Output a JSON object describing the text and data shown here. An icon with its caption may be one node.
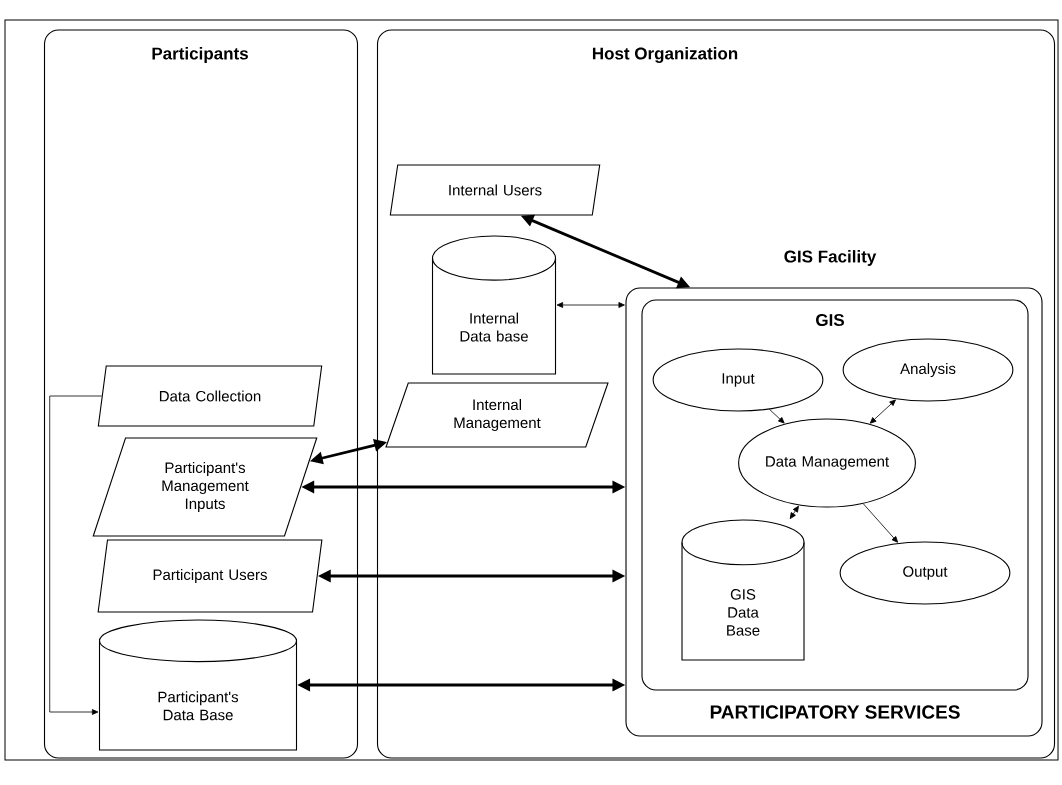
{
  "diagram": {
    "nodes": [
      {
        "text": [
          "Participants"
        ]
      },
      {
        "text": [
          "Data Collection"
        ],
        "in": 0
      },
      {
        "text": [
          "Participant's Management Inputs"
        ],
        "in": 0
      },
      {
        "text": [
          "Participant Users"
        ],
        "in": 0
      },
      {
        "text": [
          "Participant's Data Base"
        ],
        "in": 0
      },
      {
        "text": [
          "Host Organization"
        ]
      },
      {
        "text": [
          "Internal Users"
        ],
        "in": 5
      },
      {
        "text": [
          "Internal Data base"
        ],
        "in": 5
      },
      {
        "text": [
          "Internal Management"
        ],
        "in": 5
      },
      {
        "text": [
          "GIS Facility",
          "PARTICIPATORY SERVICES"
        ],
        "in": 5
      },
      {
        "text": [
          "GIS"
        ],
        "in": 9
      },
      {
        "text": [
          "Input"
        ],
        "in": 10
      },
      {
        "text": [
          "Analysis"
        ],
        "in": 10
      },
      {
        "text": [
          "Data Management"
        ],
        "in": 10
      },
      {
        "text": [
          "GIS Data Base"
        ],
        "in": 10
      },
      {
        "text": [
          "Output"
        ],
        "in": 10
      }
    ],
    "edges": [
      {
        "from": 1,
        "to": 4,
        "arrow": "to"
      },
      {
        "from": 6,
        "to": 9,
        "arrow": "both",
        "style": "thick"
      },
      {
        "from": 7,
        "to": 9,
        "arrow": "both"
      },
      {
        "from": 2,
        "to": 8,
        "arrow": "both",
        "style": "thick"
      },
      {
        "from": 2,
        "to": 9,
        "arrow": "both",
        "style": "thick"
      },
      {
        "from": 3,
        "to": 9,
        "arrow": "both",
        "style": "thick"
      },
      {
        "from": 4,
        "to": 9,
        "arrow": "both",
        "style": "thick"
      },
      {
        "from": 11,
        "to": 13,
        "arrow": "to"
      },
      {
        "from": 13,
        "to": 12,
        "arrow": "both"
      },
      {
        "from": 13,
        "to": 14,
        "arrow": "both"
      },
      {
        "from": 13,
        "to": 15,
        "arrow": "to"
      }
    ]
  }
}
